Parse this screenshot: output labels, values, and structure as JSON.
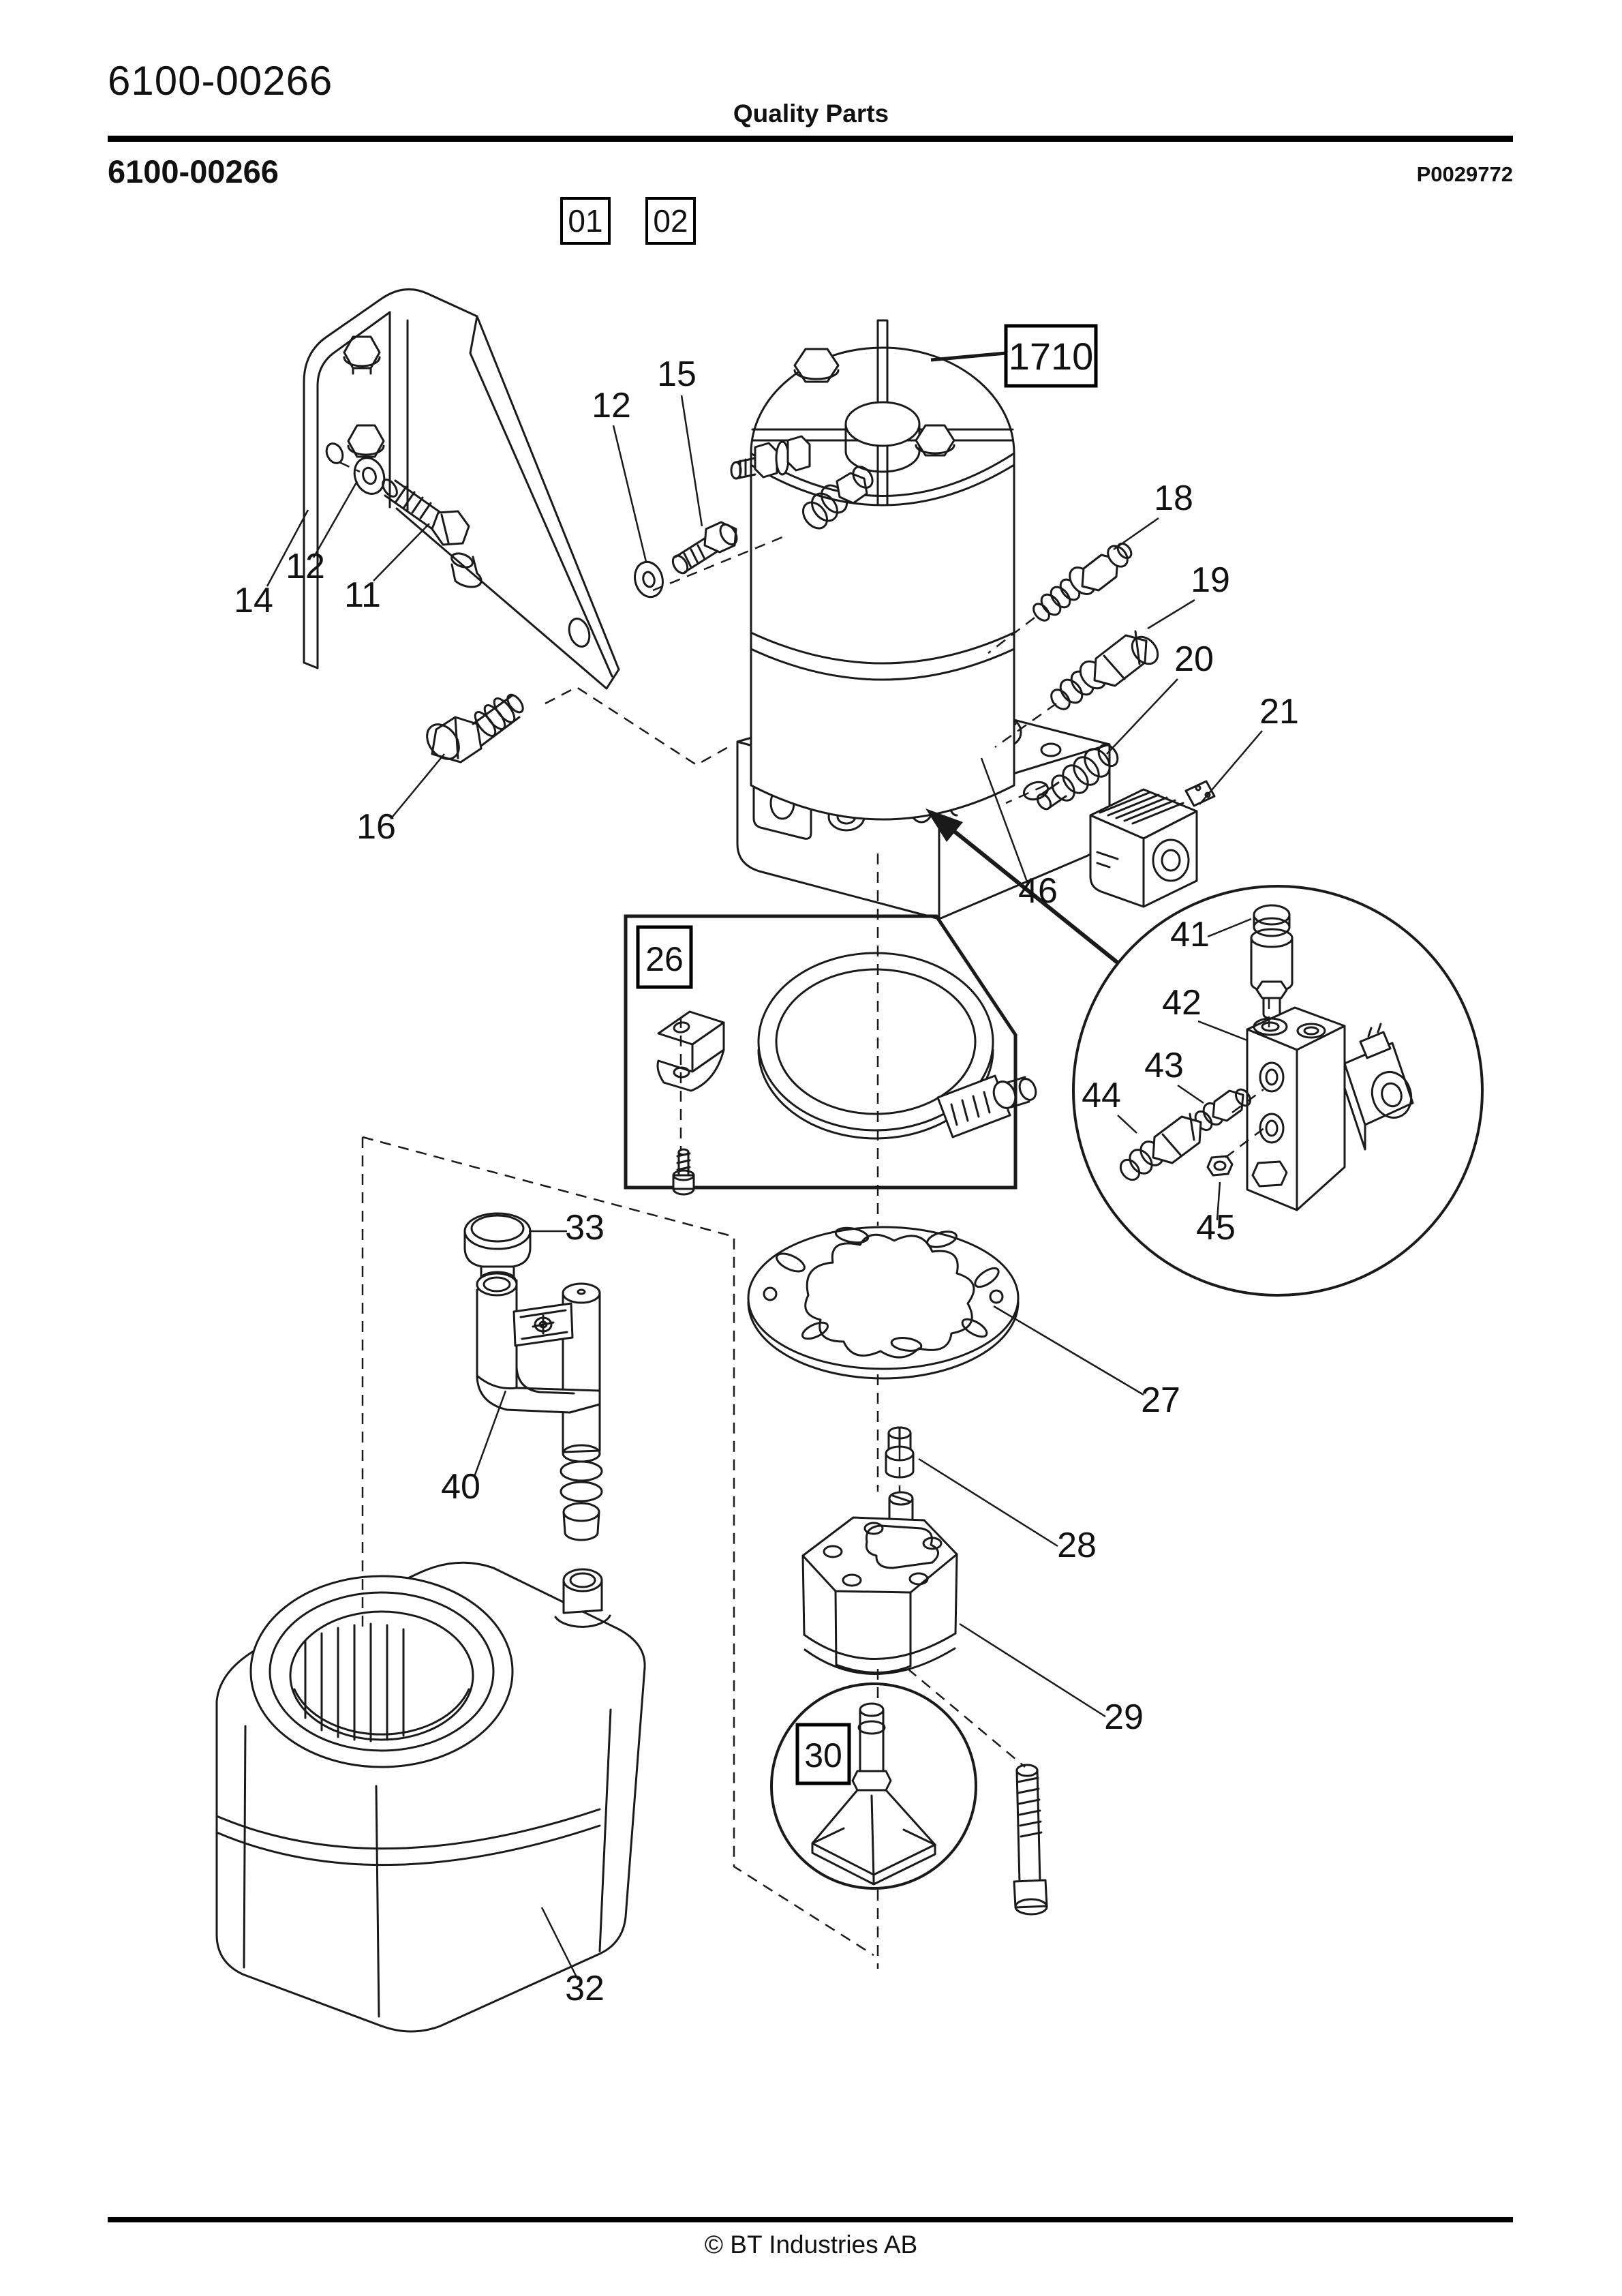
{
  "page": {
    "background": "#ffffff",
    "ink": "#1a1a1a"
  },
  "header": {
    "doc_number": "6100-00266",
    "title": "Quality Parts",
    "section_number": "6100-00266",
    "drawing_ref": "P0029772"
  },
  "figure_refs": [
    {
      "label": "01"
    },
    {
      "label": "02"
    }
  ],
  "diagram": {
    "assembly_ref": {
      "label": "1710"
    },
    "inset_refs": [
      {
        "label": "26"
      },
      {
        "label": "30"
      }
    ],
    "callouts": [
      {
        "label": "14"
      },
      {
        "label": "12"
      },
      {
        "label": "11"
      },
      {
        "label": "12"
      },
      {
        "label": "15"
      },
      {
        "label": "16"
      },
      {
        "label": "18"
      },
      {
        "label": "19"
      },
      {
        "label": "20"
      },
      {
        "label": "21"
      },
      {
        "label": "46"
      },
      {
        "label": "41"
      },
      {
        "label": "42"
      },
      {
        "label": "43"
      },
      {
        "label": "44"
      },
      {
        "label": "45"
      },
      {
        "label": "33"
      },
      {
        "label": "27"
      },
      {
        "label": "40"
      },
      {
        "label": "28"
      },
      {
        "label": "29"
      },
      {
        "label": "32"
      }
    ]
  },
  "footer": {
    "copyright": "© BT Industries AB"
  }
}
